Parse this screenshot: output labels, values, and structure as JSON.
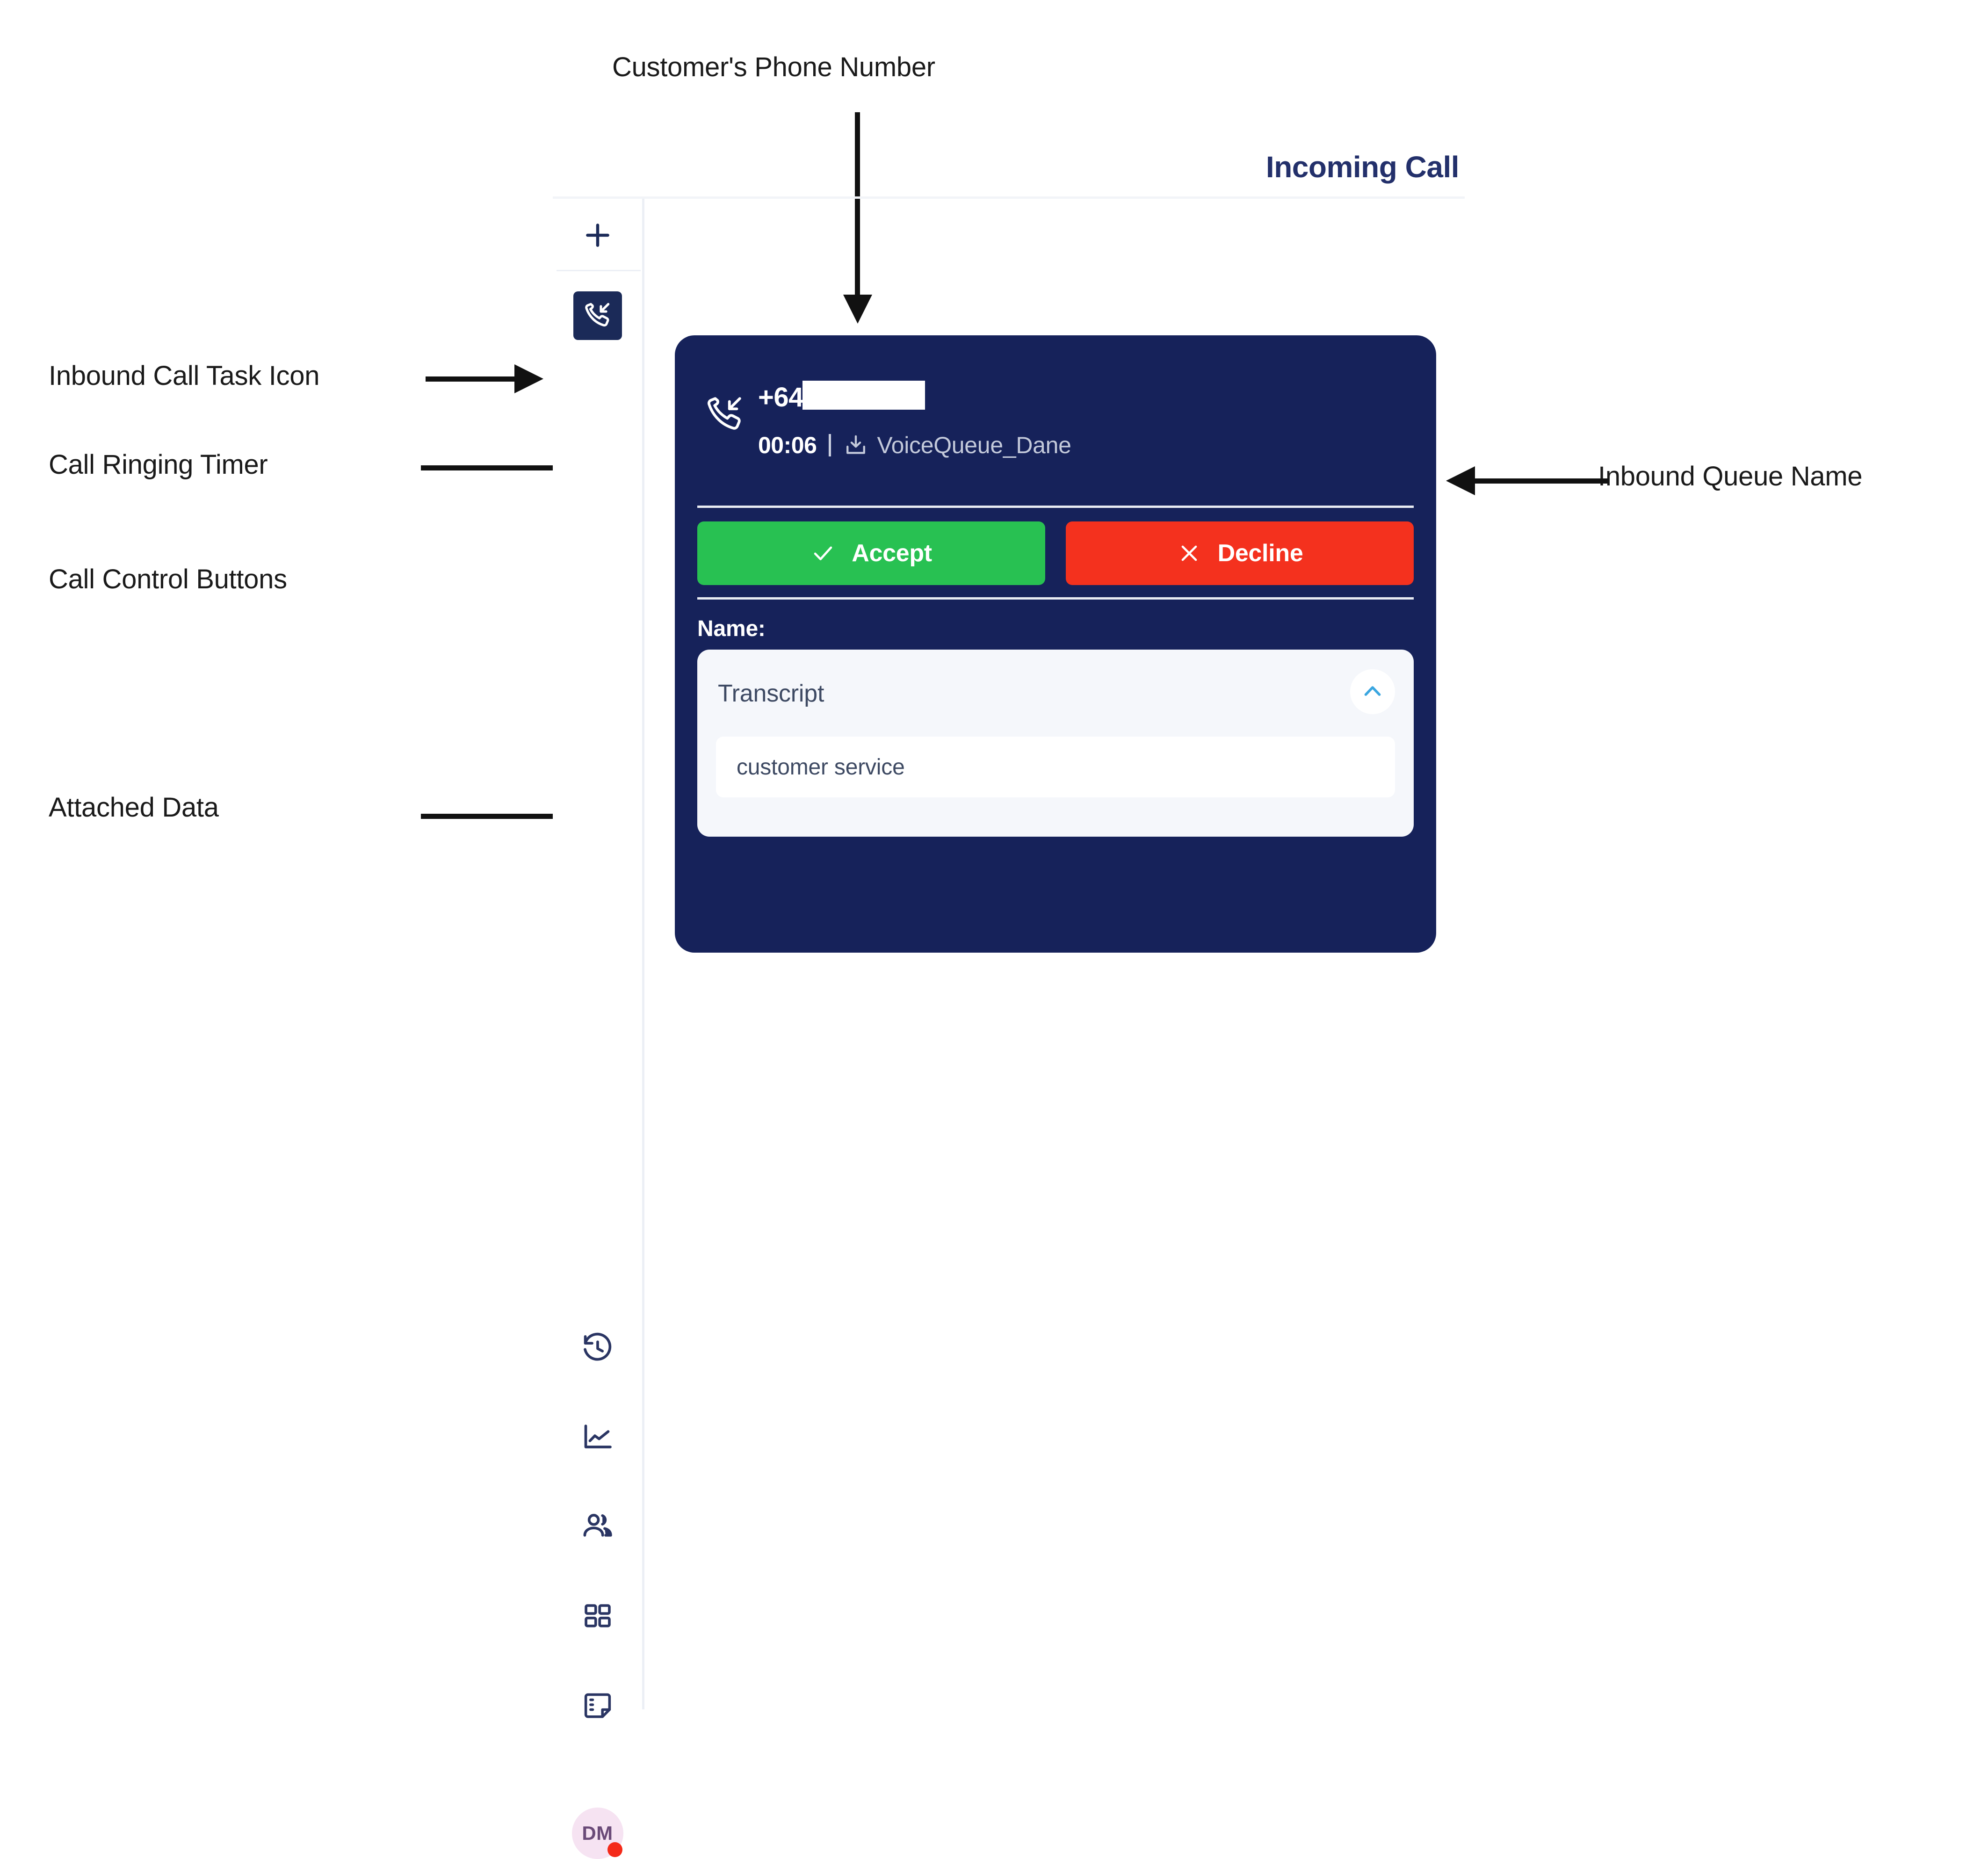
{
  "annotations": [
    {
      "id": "customers-phone-number",
      "label": "Customer's Phone Number"
    },
    {
      "id": "inbound-call-task-icon",
      "label": "Inbound Call Task Icon"
    },
    {
      "id": "call-ringing-timer",
      "label": "Call Ringing Timer"
    },
    {
      "id": "call-control-buttons",
      "label": "Call Control Buttons"
    },
    {
      "id": "attached-data",
      "label": "Attached Data"
    },
    {
      "id": "inbound-queue-name",
      "label": "Inbound Queue Name"
    }
  ],
  "header": {
    "title": "Incoming Call"
  },
  "sidebar": {
    "items": [
      {
        "name": "add",
        "icon": "plus-icon"
      },
      {
        "name": "inbound-call-task",
        "icon": "inbound-call-icon",
        "active": true
      },
      {
        "name": "history",
        "icon": "history-clock-icon"
      },
      {
        "name": "analytics",
        "icon": "line-chart-icon"
      },
      {
        "name": "contacts",
        "icon": "people-icon"
      },
      {
        "name": "apps",
        "icon": "grid-apps-icon"
      },
      {
        "name": "notes",
        "icon": "note-list-icon"
      }
    ],
    "avatar": {
      "initials": "DM",
      "status": "busy",
      "status_color": "#f42a19",
      "background_color": "#f6e3f2"
    }
  },
  "call_card": {
    "direction_icon": "inbound-call-icon",
    "phone_number": "+64",
    "phone_number_redacted": true,
    "timer": "00:06",
    "queue_icon": "inbound-queue-icon",
    "queue_name": "VoiceQueue_Dane",
    "buttons": [
      {
        "id": "accept",
        "label": "Accept",
        "icon": "check-icon",
        "color": "#28c152"
      },
      {
        "id": "decline",
        "label": "Decline",
        "icon": "close-icon",
        "color": "#f4311e"
      }
    ],
    "attached_data_label": "Name:",
    "transcript": {
      "title": "Transcript",
      "expanded": true,
      "toggle_icon": "chevron-up-icon",
      "toggle_color": "#3aa6e0",
      "value": "customer service"
    },
    "background_color": "#16225a"
  }
}
